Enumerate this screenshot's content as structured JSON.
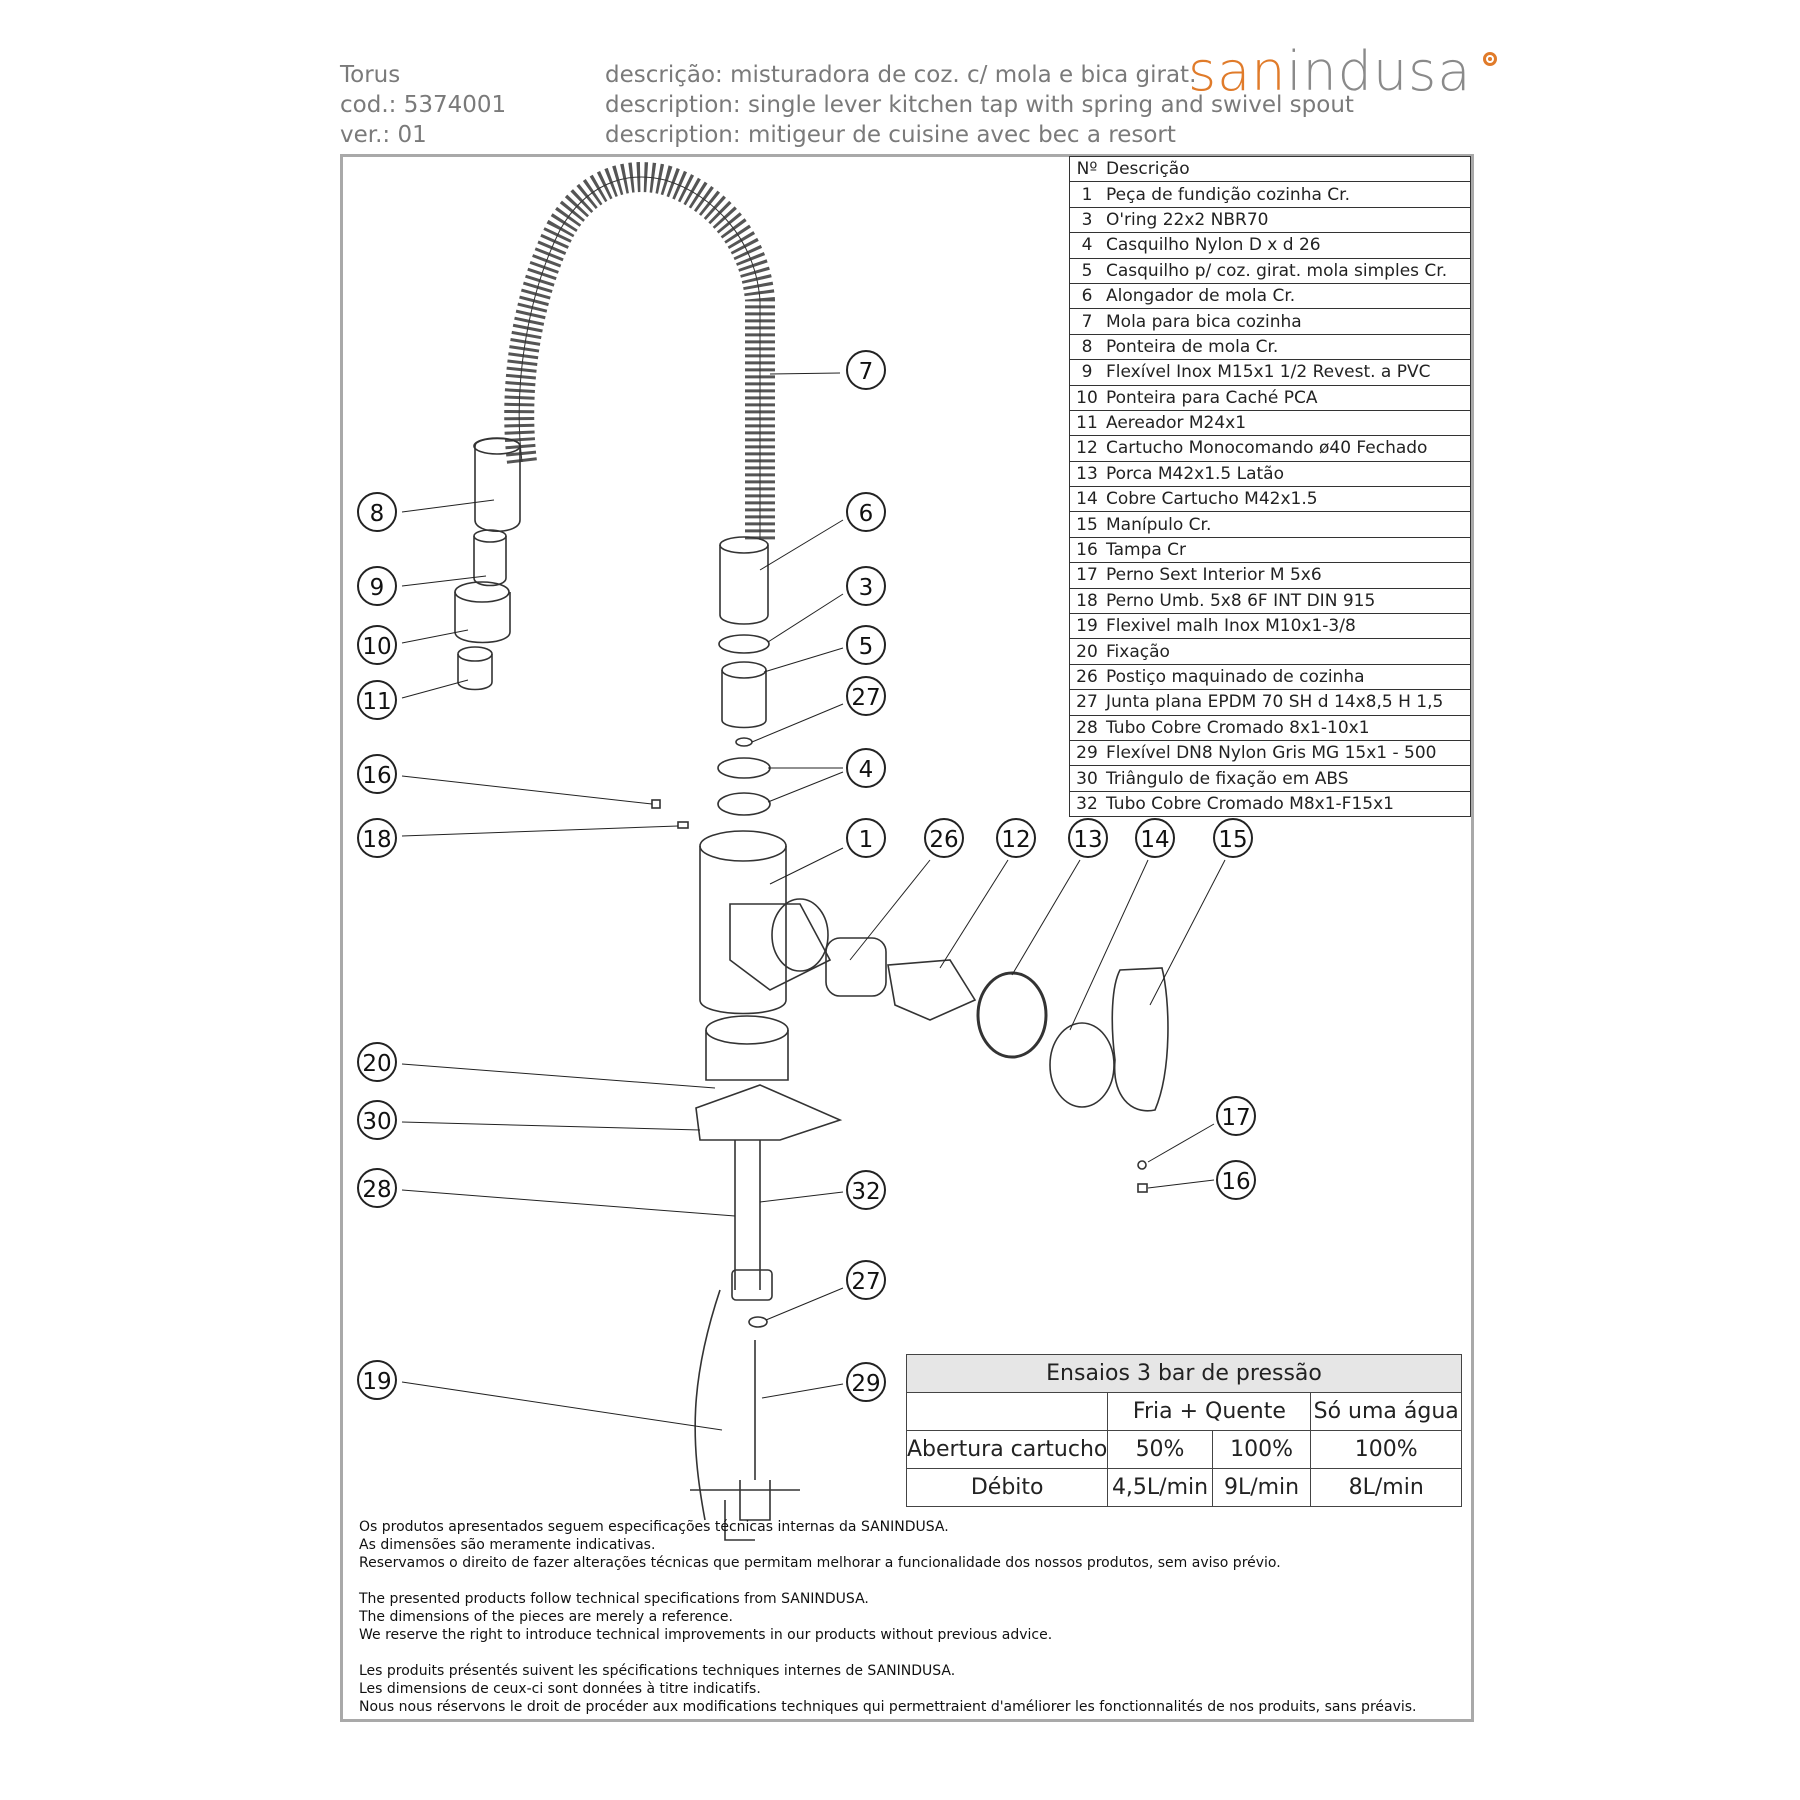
{
  "header": {
    "product": "Torus",
    "code": "cod.: 5374001",
    "version": "ver.: 01",
    "desc_pt": "descrição: misturadora de coz. c/ mola e bica girat.",
    "desc_en": "description: single lever kitchen tap with spring and swivel spout",
    "desc_fr": "description: mitigeur de cuisine avec bec a resort"
  },
  "brand": {
    "part1": "san",
    "part2": "indusa",
    "accent_color": "#e07b2a",
    "gray_color": "#8a8a8a"
  },
  "parts_table": {
    "header_no": "Nº",
    "header_desc": "Descrição",
    "rows": [
      {
        "no": "1",
        "desc": "Peça de fundição cozinha Cr."
      },
      {
        "no": "3",
        "desc": "O'ring 22x2  NBR70"
      },
      {
        "no": "4",
        "desc": "Casquilho  Nylon D  x d 26"
      },
      {
        "no": "5",
        "desc": "Casquilho p/ coz. girat. mola simples Cr."
      },
      {
        "no": "6",
        "desc": "Alongador de mola Cr."
      },
      {
        "no": "7",
        "desc": "Mola para bica cozinha"
      },
      {
        "no": "8",
        "desc": "Ponteira de mola Cr."
      },
      {
        "no": "9",
        "desc": "Flexível Inox M15x1 1/2 Revest. a PVC"
      },
      {
        "no": "10",
        "desc": "Ponteira para Caché PCA"
      },
      {
        "no": "11",
        "desc": "Aereador M24x1"
      },
      {
        "no": "12",
        "desc": "Cartucho Monocomando ø40 Fechado"
      },
      {
        "no": "13",
        "desc": "Porca M42x1.5 Latão"
      },
      {
        "no": "14",
        "desc": "Cobre Cartucho M42x1.5"
      },
      {
        "no": "15",
        "desc": "Manípulo Cr."
      },
      {
        "no": "16",
        "desc": "Tampa Cr"
      },
      {
        "no": "17",
        "desc": "Perno Sext Interior M 5x6"
      },
      {
        "no": "18",
        "desc": "Perno Umb.  5x8  6F INT DIN 915"
      },
      {
        "no": "19",
        "desc": "Flexivel malh Inox M10x1-3/8"
      },
      {
        "no": "20",
        "desc": "Fixação"
      },
      {
        "no": "26",
        "desc": "Postiço maquinado de cozinha"
      },
      {
        "no": "27",
        "desc": "Junta plana EPDM 70 SH d 14x8,5 H 1,5"
      },
      {
        "no": "28",
        "desc": "Tubo Cobre Cromado 8x1-10x1"
      },
      {
        "no": "29",
        "desc": "Flexível DN8 Nylon Gris MG 15x1 - 500"
      },
      {
        "no": "30",
        "desc": "Triângulo de fixação em ABS"
      },
      {
        "no": "32",
        "desc": "Tubo Cobre Cromado M8x1-F15x1"
      }
    ]
  },
  "test_table": {
    "title": "Ensaios 3 bar de pressão",
    "col_mixed": "Fria + Quente",
    "col_single": "Só uma água",
    "row1_label": "Abertura cartucho",
    "row1_values": [
      "50%",
      "100%",
      "100%"
    ],
    "row2_label": "Débito",
    "row2_values": [
      "4,5L/min",
      "9L/min",
      "8L/min"
    ]
  },
  "diagram": {
    "callouts": [
      {
        "label": "7"
      },
      {
        "label": "8"
      },
      {
        "label": "6"
      },
      {
        "label": "9"
      },
      {
        "label": "3"
      },
      {
        "label": "10"
      },
      {
        "label": "5"
      },
      {
        "label": "11"
      },
      {
        "label": "27"
      },
      {
        "label": "16"
      },
      {
        "label": "4"
      },
      {
        "label": "18"
      },
      {
        "label": "1"
      },
      {
        "label": "26"
      },
      {
        "label": "12"
      },
      {
        "label": "13"
      },
      {
        "label": "14"
      },
      {
        "label": "15"
      },
      {
        "label": "20"
      },
      {
        "label": "30"
      },
      {
        "label": "17"
      },
      {
        "label": "16"
      },
      {
        "label": "28"
      },
      {
        "label": "32"
      },
      {
        "label": "27"
      },
      {
        "label": "19"
      },
      {
        "label": "29"
      }
    ]
  },
  "footer": {
    "pt": [
      "Os produtos apresentados seguem especificações técnicas internas da SANINDUSA.",
      "As dimensões são meramente indicativas.",
      "Reservamos o direito de fazer alterações técnicas que permitam melhorar a funcionalidade dos nossos produtos, sem aviso prévio."
    ],
    "en": [
      "The presented products follow technical specifications from SANINDUSA.",
      "The dimensions of the pieces are merely a reference.",
      "We reserve the right to introduce technical improvements in our products without previous advice."
    ],
    "fr": [
      "Les produits présentés suivent les spécifications techniques internes de SANINDUSA.",
      "Les dimensions de ceux-ci sont données à titre indicatifs.",
      "Nous nous réservons le droit de procéder aux modifications techniques qui permettraient d'améliorer les fonctionnalités de nos produits, sans préavis."
    ]
  }
}
